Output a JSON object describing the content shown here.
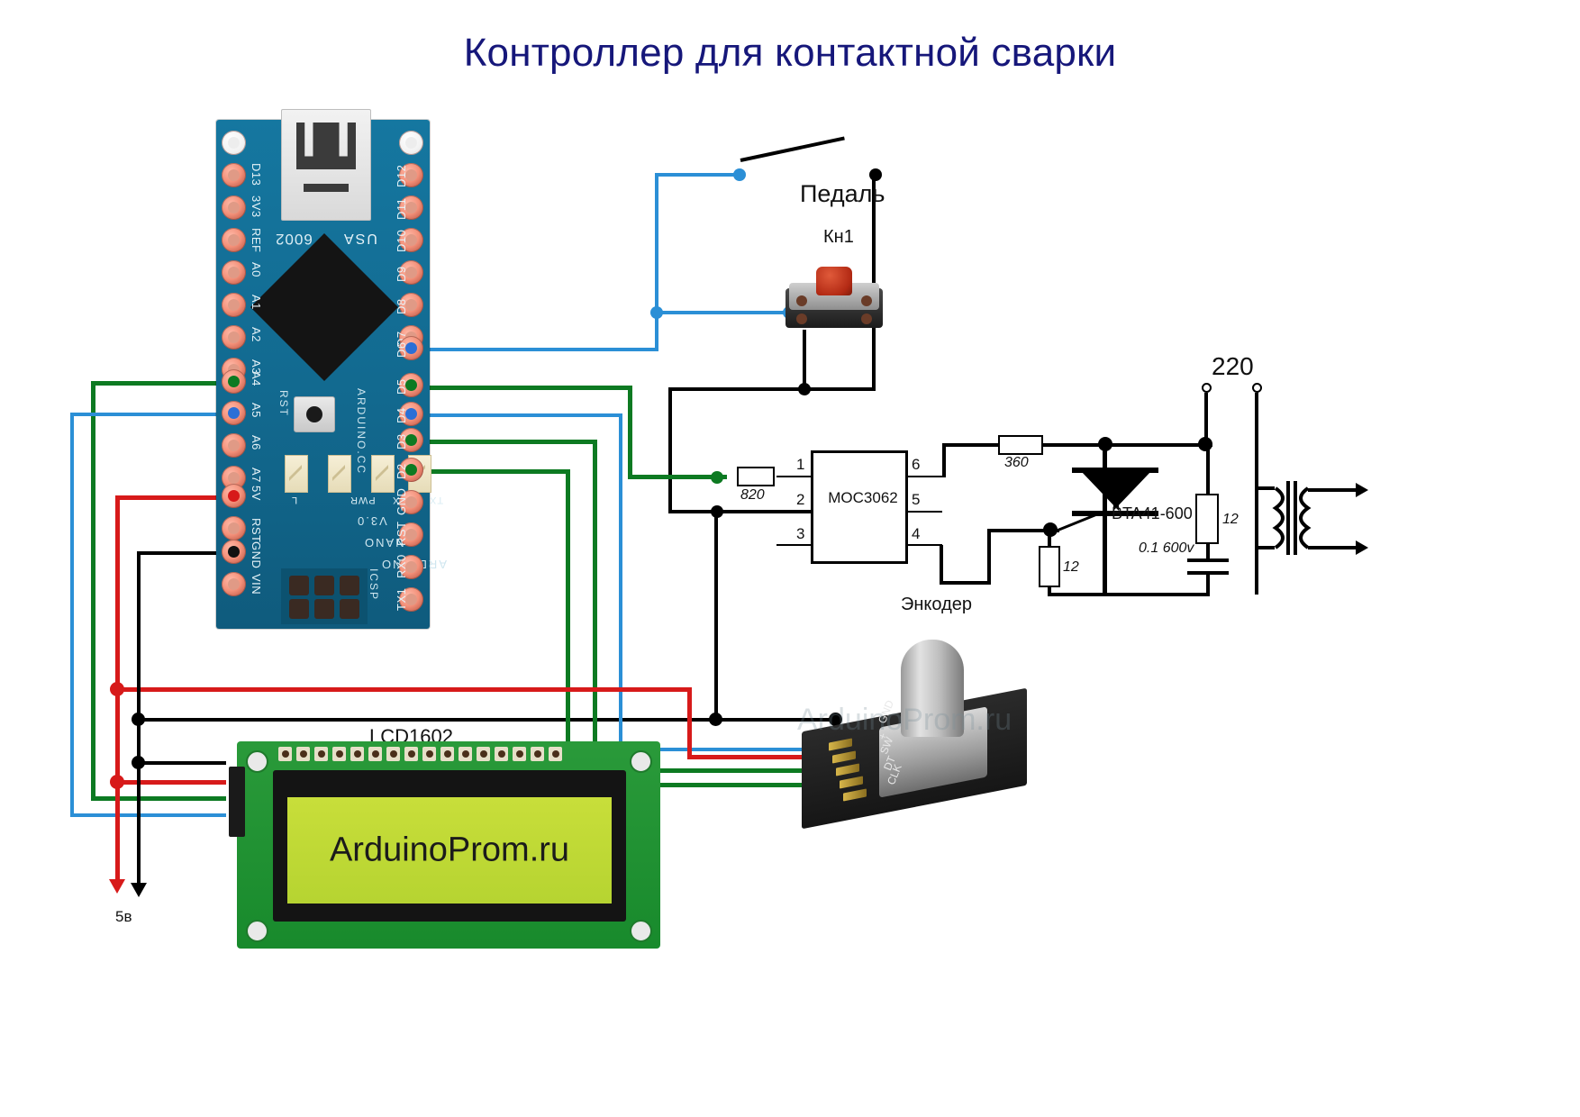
{
  "title": "Контроллер для контактной сварки",
  "watermark": "ArduinoProm.ru",
  "board": {
    "name": "ARDUINO",
    "model": "NANO",
    "version": "V3.0",
    "silk_cc": "ARDUINO.CC",
    "silk_usa": "USA",
    "silk_code": "6002",
    "silk_rst": "RST",
    "silk_icsp": "ICSP",
    "leds": [
      "L",
      "PWR",
      "RX",
      "TX"
    ],
    "left_pins": [
      "D13",
      "3V3",
      "REF",
      "A0",
      "A1",
      "A2",
      "A3",
      "A4",
      "A5",
      "A6",
      "A7",
      "5V",
      "RST",
      "GND",
      "VIN"
    ],
    "right_pins": [
      "D12",
      "D11",
      "D10",
      "D9",
      "D8",
      "D7",
      "D6",
      "D5",
      "D4",
      "D3",
      "D2",
      "GND",
      "RST",
      "RX0",
      "TX1"
    ]
  },
  "labels": {
    "pedal": "Педаль",
    "button": "Кн1",
    "encoder": "Энкодер",
    "lcd": "LCD1602",
    "mains": "220",
    "supply_5v": "5в"
  },
  "components": {
    "optocoupler": {
      "name": "MOC3062",
      "pins_left": [
        "1",
        "2",
        "3"
      ],
      "pins_right": [
        "6",
        "5",
        "4"
      ]
    },
    "resistor_r1": "820",
    "resistor_r2": "360",
    "resistor_r3": "12",
    "resistor_r4": "12",
    "triac": "BTA41-600",
    "capacitor": "0.1 600v"
  },
  "encoder_module": {
    "pins": [
      "GND",
      "+",
      "SW",
      "DT",
      "CLK"
    ]
  },
  "lcd_screen": {
    "text": "ArduinoProm.ru"
  },
  "colors": {
    "title": "#16177a",
    "wire_blue": "#2b8fd6",
    "wire_green": "#0d7a22",
    "wire_red": "#d71a1a",
    "wire_black": "#000000",
    "board_teal": "#12698f",
    "lcd_green": "#1f8a2e",
    "lcd_backlight": "#c2db35"
  }
}
